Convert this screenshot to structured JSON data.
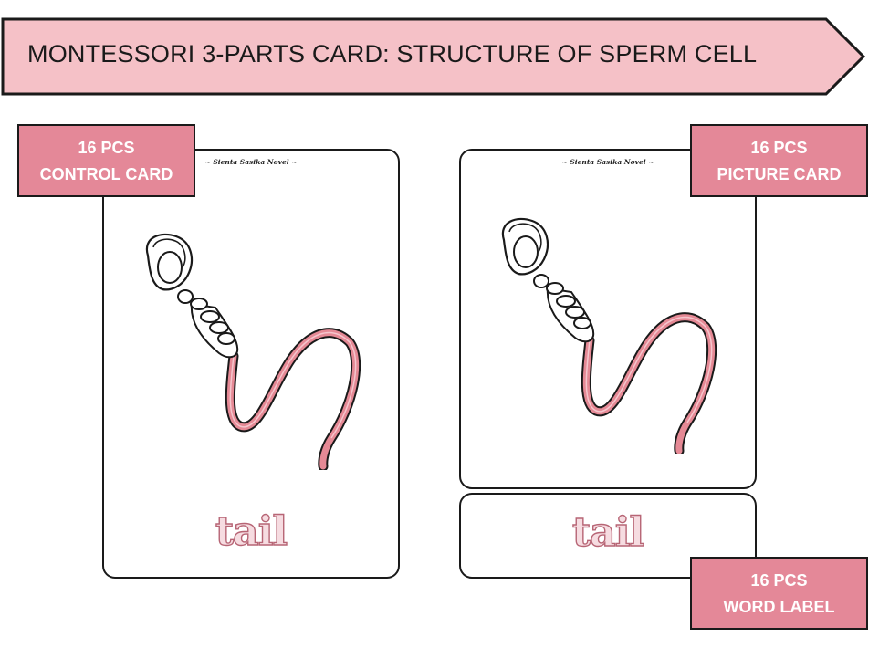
{
  "header": {
    "title": "MONTESSORI 3-PARTS CARD: STRUCTURE OF SPERM CELL"
  },
  "control_card": {
    "credit": "~ Sienta Sasika Novel ~",
    "word": "tail",
    "badge_count": "16 PCS",
    "badge_label": "CONTROL CARD"
  },
  "picture_card": {
    "credit": "~ Sienta Sasika Novel ~",
    "badge_count": "16 PCS",
    "badge_label": "PICTURE CARD"
  },
  "word_label": {
    "word": "tail",
    "badge_count": "16 PCS",
    "badge_label": "WORD LABEL"
  },
  "colors": {
    "banner_fill": "#f5c1c7",
    "badge_fill": "#e48898",
    "tail_fill": "#e58995",
    "word_fill": "#f6dce1"
  },
  "icons": {
    "illustration": "sperm-cell-illustration"
  }
}
